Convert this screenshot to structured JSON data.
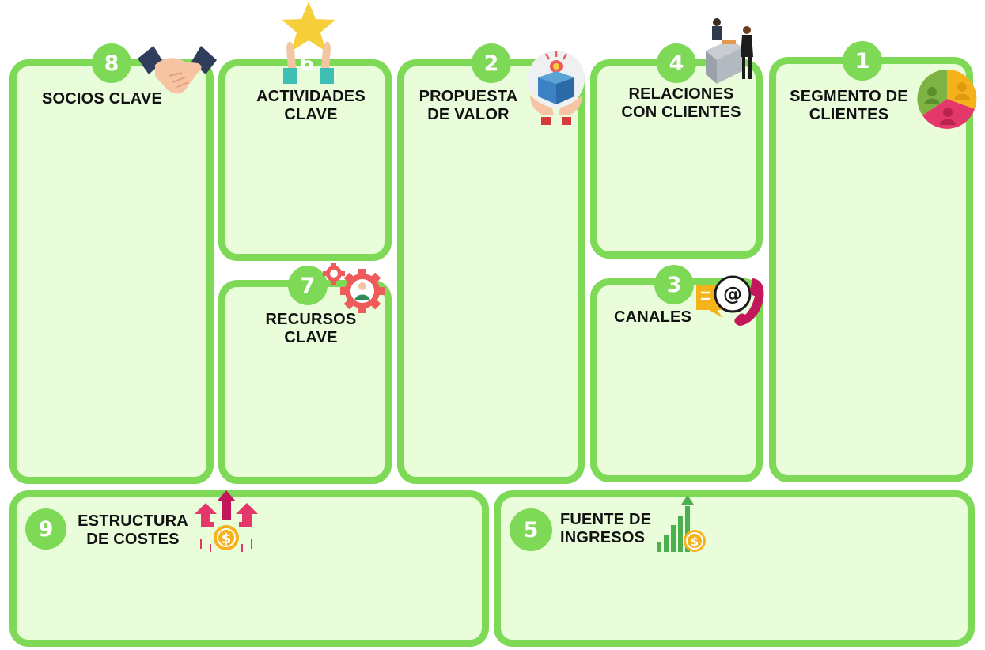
{
  "canvas_title": "",
  "blocks": [
    {
      "id": "socios",
      "number": "8",
      "title": "SOCIOS CLAVE",
      "icon": "handshake-icon"
    },
    {
      "id": "actividades",
      "number": "6",
      "title": "ACTIVIDADES\nCLAVE",
      "icon": "star-icon"
    },
    {
      "id": "recursos",
      "number": "7",
      "title": "RECURSOS\nCLAVE",
      "icon": "gears-person-icon"
    },
    {
      "id": "propuesta",
      "number": "2",
      "title": "PROPUESTA\nDE VALOR",
      "icon": "gift-box-hands-icon"
    },
    {
      "id": "relaciones",
      "number": "4",
      "title": "RELACIONES\nCON CLIENTES",
      "icon": "reception-desk-icon"
    },
    {
      "id": "canales",
      "number": "3",
      "title": "CANALES",
      "icon": "chat-phone-icon"
    },
    {
      "id": "segmento",
      "number": "1",
      "title": "SEGMENTO DE\nCLIENTES",
      "icon": "pie-people-icon"
    },
    {
      "id": "costes",
      "number": "9",
      "title": "ESTRUCTURA\nDE COSTES",
      "icon": "cost-arrows-coin-icon"
    },
    {
      "id": "ingresos",
      "number": "5",
      "title": "FUENTE DE\nINGRESOS",
      "icon": "growth-chart-coin-icon"
    }
  ],
  "colors": {
    "border": "#7ed957",
    "fill": "#eafddb",
    "badge": "#7ed957",
    "text": "#111111",
    "accent_red": "#ef5a5a",
    "accent_pink": "#d6336c",
    "accent_gold": "#f6b21b"
  }
}
